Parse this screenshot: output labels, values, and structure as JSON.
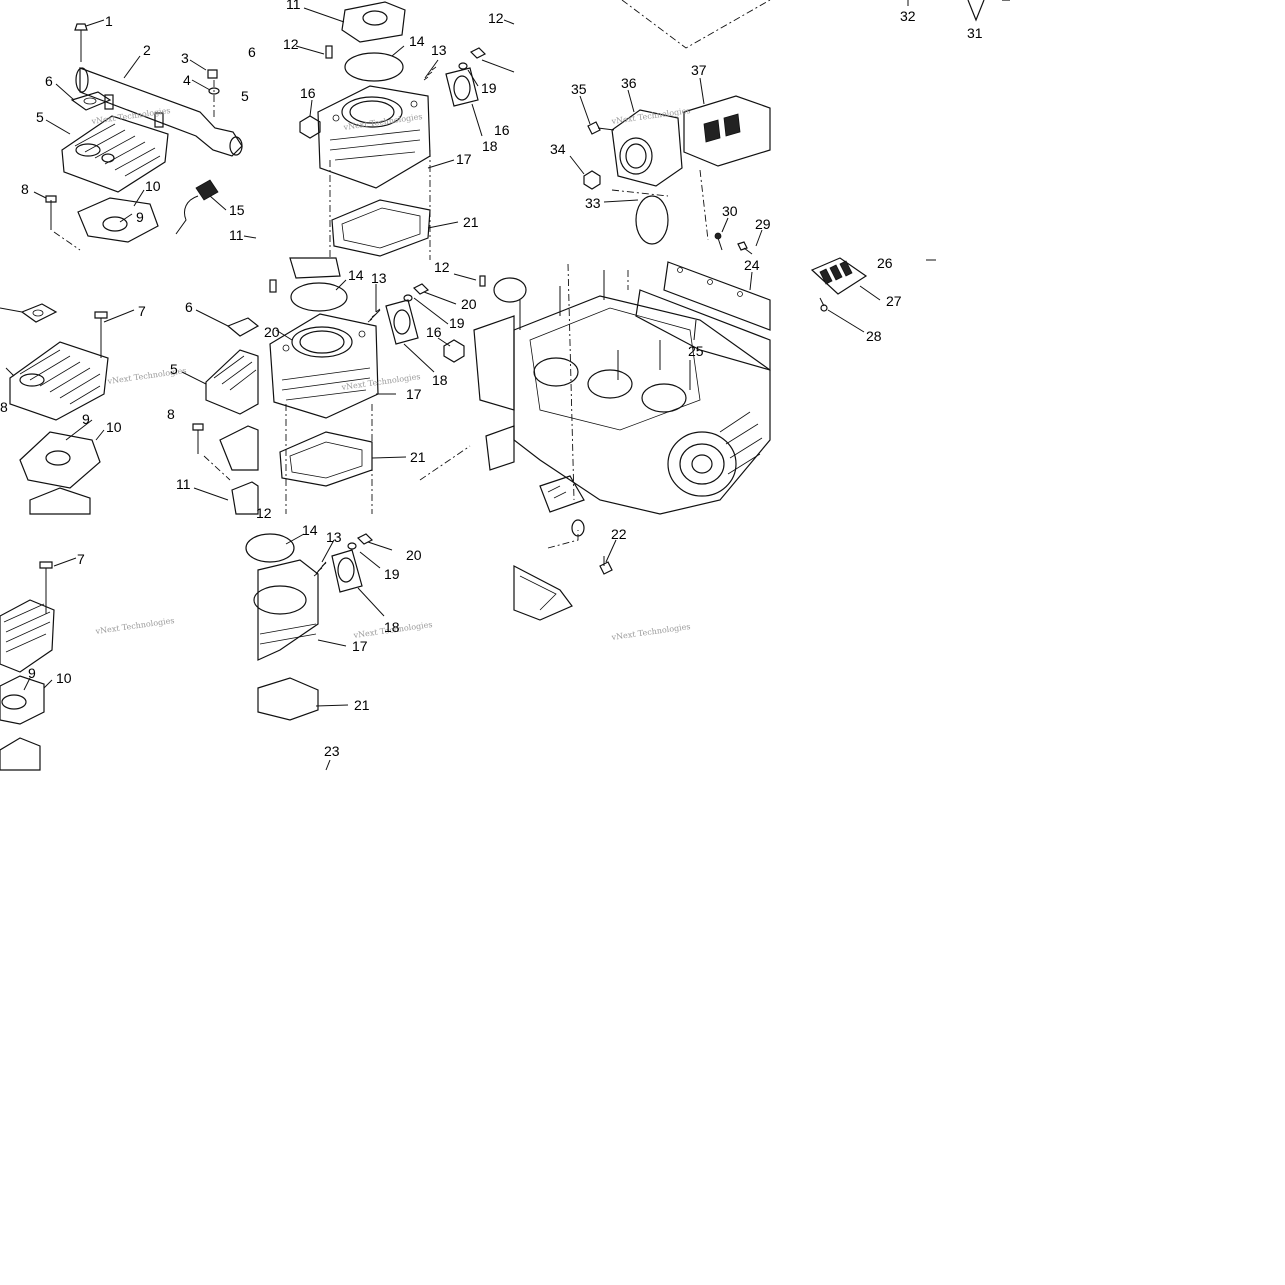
{
  "diagram": {
    "watermark": "vNext Technologies",
    "callouts": [
      {
        "id": "c1",
        "label": "1"
      },
      {
        "id": "c2",
        "label": "2"
      },
      {
        "id": "c3",
        "label": "3"
      },
      {
        "id": "c4",
        "label": "4"
      },
      {
        "id": "c5a",
        "label": "5"
      },
      {
        "id": "c5b",
        "label": "5"
      },
      {
        "id": "c5c",
        "label": "5"
      },
      {
        "id": "c6a",
        "label": "6"
      },
      {
        "id": "c6b",
        "label": "6"
      },
      {
        "id": "c6c",
        "label": "6"
      },
      {
        "id": "c7a",
        "label": "7"
      },
      {
        "id": "c7b",
        "label": "7"
      },
      {
        "id": "c8a",
        "label": "8"
      },
      {
        "id": "c8b",
        "label": "8"
      },
      {
        "id": "c8c",
        "label": "8"
      },
      {
        "id": "c9a",
        "label": "9"
      },
      {
        "id": "c9b",
        "label": "9"
      },
      {
        "id": "c9c",
        "label": "9"
      },
      {
        "id": "c10a",
        "label": "10"
      },
      {
        "id": "c10b",
        "label": "10"
      },
      {
        "id": "c10c",
        "label": "10"
      },
      {
        "id": "c11a",
        "label": "11"
      },
      {
        "id": "c11b",
        "label": "11"
      },
      {
        "id": "c11c",
        "label": "11"
      },
      {
        "id": "c12a",
        "label": "12"
      },
      {
        "id": "c12b",
        "label": "12"
      },
      {
        "id": "c12c",
        "label": "12"
      },
      {
        "id": "c12d",
        "label": "12"
      },
      {
        "id": "c13a",
        "label": "13"
      },
      {
        "id": "c13b",
        "label": "13"
      },
      {
        "id": "c13c",
        "label": "13"
      },
      {
        "id": "c14a",
        "label": "14"
      },
      {
        "id": "c14b",
        "label": "14"
      },
      {
        "id": "c14c",
        "label": "14"
      },
      {
        "id": "c15",
        "label": "15"
      },
      {
        "id": "c16a",
        "label": "16"
      },
      {
        "id": "c16b",
        "label": "16"
      },
      {
        "id": "c16c",
        "label": "16"
      },
      {
        "id": "c17a",
        "label": "17"
      },
      {
        "id": "c17b",
        "label": "17"
      },
      {
        "id": "c17c",
        "label": "17"
      },
      {
        "id": "c18a",
        "label": "18"
      },
      {
        "id": "c18b",
        "label": "18"
      },
      {
        "id": "c18c",
        "label": "18"
      },
      {
        "id": "c19a",
        "label": "19"
      },
      {
        "id": "c19b",
        "label": "19"
      },
      {
        "id": "c19c",
        "label": "19"
      },
      {
        "id": "c20a",
        "label": "20"
      },
      {
        "id": "c20b",
        "label": "20"
      },
      {
        "id": "c20c",
        "label": "20"
      },
      {
        "id": "c21a",
        "label": "21"
      },
      {
        "id": "c21b",
        "label": "21"
      },
      {
        "id": "c21c",
        "label": "21"
      },
      {
        "id": "c22",
        "label": "22"
      },
      {
        "id": "c23",
        "label": "23"
      },
      {
        "id": "c24",
        "label": "24"
      },
      {
        "id": "c25",
        "label": "25"
      },
      {
        "id": "c26",
        "label": "26"
      },
      {
        "id": "c27",
        "label": "27"
      },
      {
        "id": "c28",
        "label": "28"
      },
      {
        "id": "c29",
        "label": "29"
      },
      {
        "id": "c30",
        "label": "30"
      },
      {
        "id": "c31",
        "label": "31"
      },
      {
        "id": "c32",
        "label": "32"
      },
      {
        "id": "c33",
        "label": "33"
      },
      {
        "id": "c34",
        "label": "34"
      },
      {
        "id": "c35",
        "label": "35"
      },
      {
        "id": "c36",
        "label": "36"
      },
      {
        "id": "c37",
        "label": "37"
      }
    ]
  }
}
